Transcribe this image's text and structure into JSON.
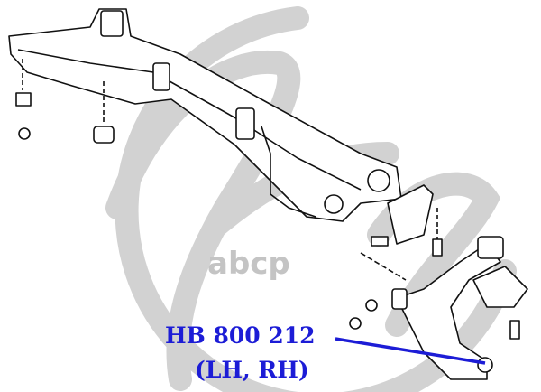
{
  "watermark": {
    "text": "abcp"
  },
  "label": {
    "part_number": "HB 800 212",
    "side": "(LH, RH)",
    "color": "#1c1cd6"
  }
}
